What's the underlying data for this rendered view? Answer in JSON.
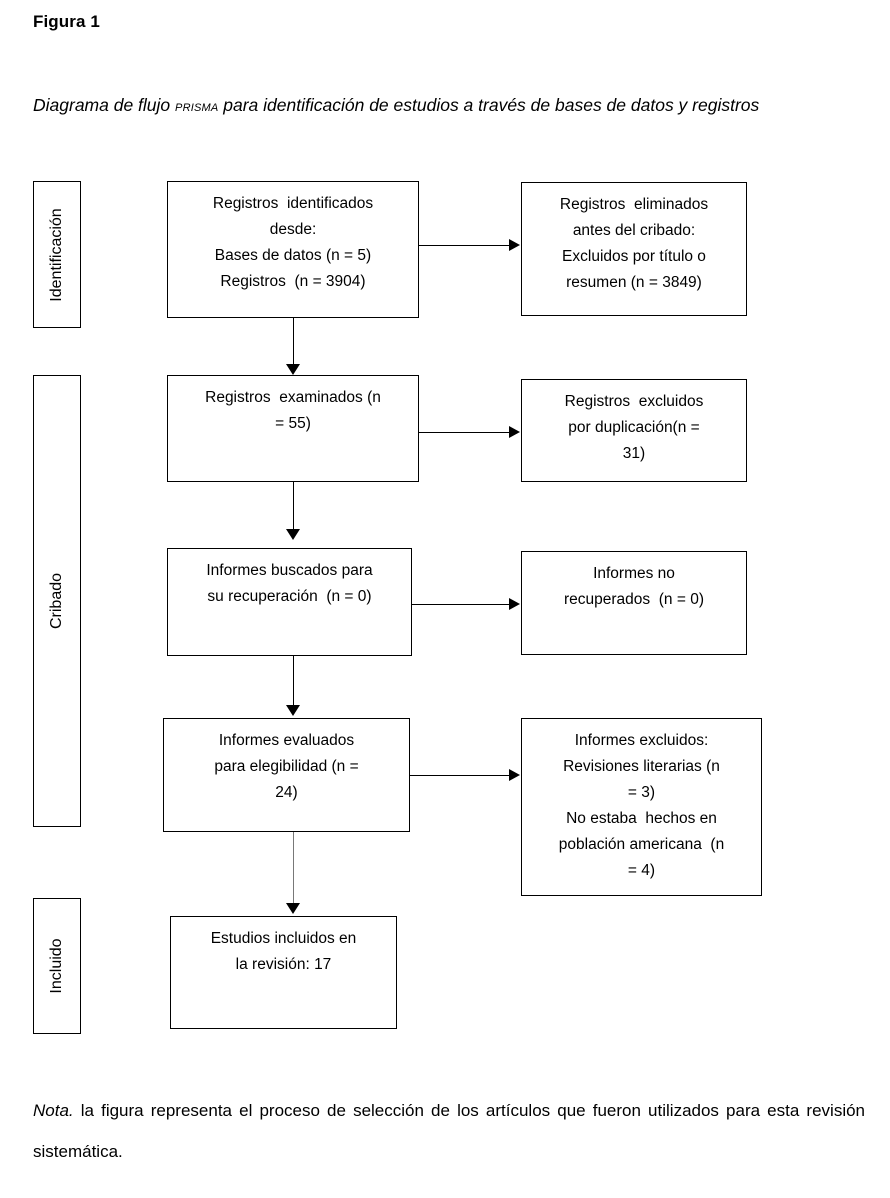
{
  "figure": {
    "label": "Figura 1",
    "caption_before": "Diagrama de flujo ",
    "caption_acronym": "PRISMA",
    "caption_after": " para identificación de estudios a través de bases de datos y registros",
    "note_lead": "Nota.",
    "note_body": " la figura representa el proceso de selección de los artículos que fueron utilizados para esta revisión sistemática."
  },
  "phases": [
    {
      "id": "identificacion",
      "label": "Identificación"
    },
    {
      "id": "cribado",
      "label": "Cribado"
    },
    {
      "id": "incluido",
      "label": "Incluido"
    }
  ],
  "flow": {
    "identified": {
      "lines": [
        "Registros  identificados",
        "desde:",
        "Bases de datos (n = 5)",
        "Registros  (n = 3904)"
      ]
    },
    "removed_before_screening": {
      "lines": [
        "Registros  eliminados",
        "antes del cribado:",
        "Excluidos por título o",
        "resumen (n = 3849)"
      ]
    },
    "screened": {
      "lines": [
        "Registros  examinados (n",
        "= 55)"
      ]
    },
    "excluded_duplicates": {
      "lines": [
        "Registros  excluidos",
        "por duplicación(n =",
        "31)"
      ]
    },
    "sought_retrieval": {
      "lines": [
        "Informes buscados para",
        "su recuperación  (n = 0)"
      ]
    },
    "not_retrieved": {
      "lines": [
        "Informes no",
        "recuperados  (n = 0)"
      ]
    },
    "assessed_eligibility": {
      "lines": [
        "Informes evaluados",
        "para elegibilidad (n =",
        "24)"
      ]
    },
    "reports_excluded": {
      "lines": [
        "Informes excluidos:",
        "Revisiones literarias (n",
        "= 3)",
        "No estaba  hechos en",
        "población americana  (n",
        "= 4)"
      ]
    },
    "included_studies": {
      "lines": [
        "Estudios incluidos en",
        "la revisión: 17"
      ]
    }
  },
  "chart_data": {
    "type": "diagram",
    "title": "Diagrama de flujo PRISMA para identificación de estudios a través de bases de datos y registros",
    "diagram_kind": "PRISMA flow diagram",
    "phases": [
      "Identificación",
      "Cribado",
      "Incluido"
    ],
    "nodes": [
      {
        "id": "identified",
        "phase": "Identificación",
        "column": "left",
        "text": "Registros identificados desde: Bases de datos (n = 5) Registros (n = 3904)",
        "counts": {
          "bases_de_datos": 5,
          "registros": 3904
        }
      },
      {
        "id": "removed_before_screening",
        "phase": "Identificación",
        "column": "right",
        "text": "Registros eliminados antes del cribado: Excluidos por título o resumen (n = 3849)",
        "counts": {
          "excluidos_titulo_o_resumen": 3849
        }
      },
      {
        "id": "screened",
        "phase": "Cribado",
        "column": "left",
        "text": "Registros examinados (n = 55)",
        "counts": {
          "n": 55
        }
      },
      {
        "id": "excluded_duplicates",
        "phase": "Cribado",
        "column": "right",
        "text": "Registros excluidos por duplicación (n = 31)",
        "counts": {
          "n": 31
        }
      },
      {
        "id": "sought_retrieval",
        "phase": "Cribado",
        "column": "left",
        "text": "Informes buscados para su recuperación (n = 0)",
        "counts": {
          "n": 0
        }
      },
      {
        "id": "not_retrieved",
        "phase": "Cribado",
        "column": "right",
        "text": "Informes no recuperados (n = 0)",
        "counts": {
          "n": 0
        }
      },
      {
        "id": "assessed_eligibility",
        "phase": "Cribado",
        "column": "left",
        "text": "Informes evaluados para elegibilidad (n = 24)",
        "counts": {
          "n": 24
        }
      },
      {
        "id": "reports_excluded",
        "phase": "Cribado",
        "column": "right",
        "text": "Informes excluidos: Revisiones literarias (n = 3) No estaba hechos en población americana (n = 4)",
        "counts": {
          "revisiones_literarias": 3,
          "no_poblacion_americana": 4
        }
      },
      {
        "id": "included_studies",
        "phase": "Incluido",
        "column": "left",
        "text": "Estudios incluidos en la revisión: 17",
        "counts": {
          "n": 17
        }
      }
    ],
    "edges": [
      {
        "from": "identified",
        "to": "removed_before_screening",
        "direction": "right"
      },
      {
        "from": "identified",
        "to": "screened",
        "direction": "down"
      },
      {
        "from": "screened",
        "to": "excluded_duplicates",
        "direction": "right"
      },
      {
        "from": "screened",
        "to": "sought_retrieval",
        "direction": "down"
      },
      {
        "from": "sought_retrieval",
        "to": "not_retrieved",
        "direction": "right"
      },
      {
        "from": "sought_retrieval",
        "to": "assessed_eligibility",
        "direction": "down"
      },
      {
        "from": "assessed_eligibility",
        "to": "reports_excluded",
        "direction": "right"
      },
      {
        "from": "assessed_eligibility",
        "to": "included_studies",
        "direction": "down"
      }
    ],
    "note": "la figura representa el proceso de selección de los artículos que fueron utilizados para esta revisión sistemática."
  }
}
